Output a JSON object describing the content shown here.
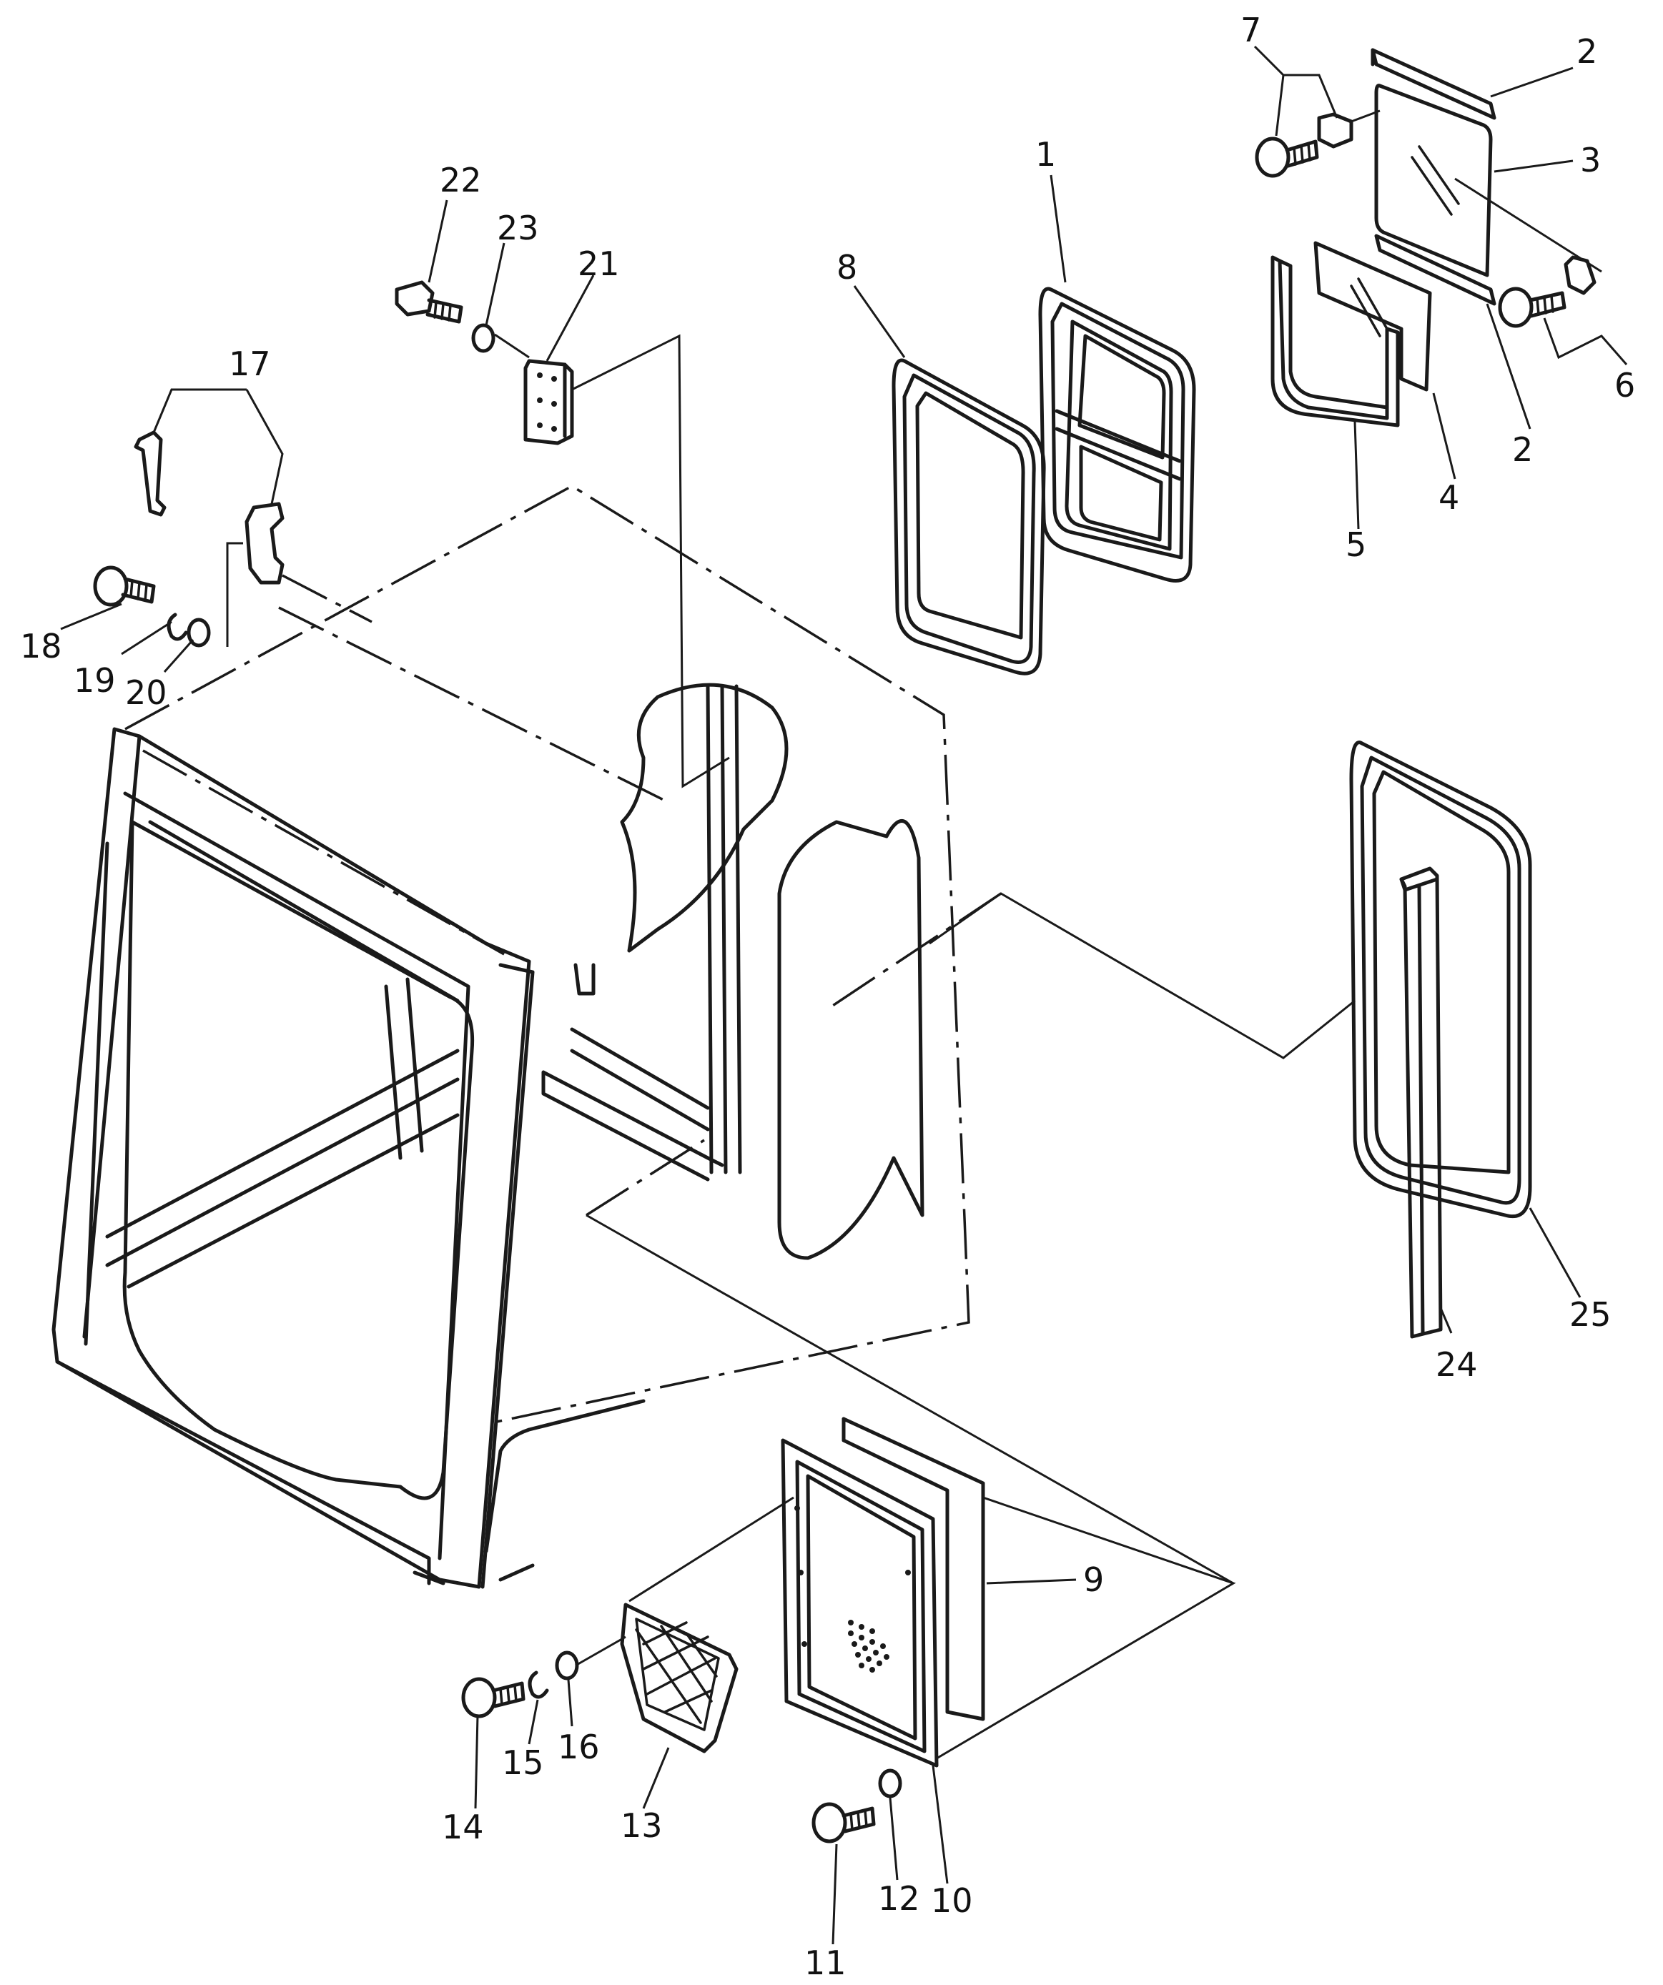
{
  "labels": [
    {
      "id": "1",
      "text": "1"
    },
    {
      "id": "2a",
      "text": "2"
    },
    {
      "id": "2b",
      "text": "2"
    },
    {
      "id": "3",
      "text": "3"
    },
    {
      "id": "4",
      "text": "4"
    },
    {
      "id": "5",
      "text": "5"
    },
    {
      "id": "6",
      "text": "6"
    },
    {
      "id": "7",
      "text": "7"
    },
    {
      "id": "8",
      "text": "8"
    },
    {
      "id": "9",
      "text": "9"
    },
    {
      "id": "10",
      "text": "10"
    },
    {
      "id": "11",
      "text": "11"
    },
    {
      "id": "12",
      "text": "12"
    },
    {
      "id": "13",
      "text": "13"
    },
    {
      "id": "14",
      "text": "14"
    },
    {
      "id": "15",
      "text": "15"
    },
    {
      "id": "16",
      "text": "16"
    },
    {
      "id": "17",
      "text": "17"
    },
    {
      "id": "18",
      "text": "18"
    },
    {
      "id": "19",
      "text": "19"
    },
    {
      "id": "20",
      "text": "20"
    },
    {
      "id": "21",
      "text": "21"
    },
    {
      "id": "22",
      "text": "22"
    },
    {
      "id": "23",
      "text": "23"
    },
    {
      "id": "24",
      "text": "24"
    },
    {
      "id": "25",
      "text": "25"
    }
  ]
}
